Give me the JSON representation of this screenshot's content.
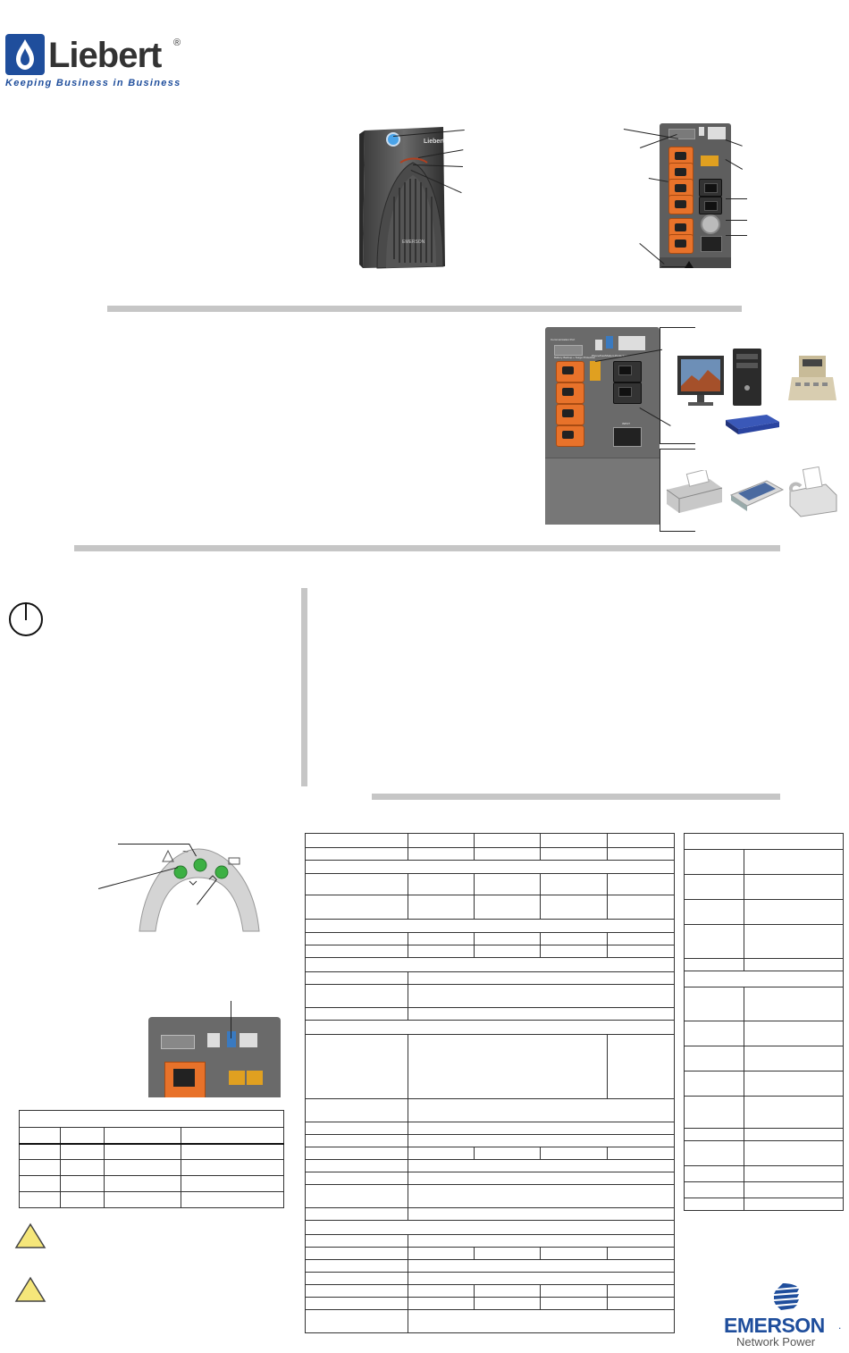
{
  "brand": {
    "name": "Liebert",
    "tagline": "Keeping Business in Business",
    "registered": "®"
  },
  "tower": {
    "brand_label": "Liebert",
    "badge": "EMERSON"
  },
  "rear_panel": {
    "labels": [
      "Communication Port",
      "Battery Backup + Surge Protection",
      "Phone/Fax/Modem Protection",
      "INPUT"
    ]
  },
  "led_panel": {
    "sine_symbol": "~"
  },
  "footer": {
    "emerson": "EMERSON",
    "tm": ".",
    "network_power": "Network Power"
  },
  "colors": {
    "accent_gray": "#c6c6c6",
    "outlet_orange": "#e8722a",
    "led_green": "#3cb043",
    "warning_yellow": "#f5e67a",
    "liebert_blue": "#1f4e9c"
  },
  "icons": [
    "power-icon",
    "warning-icon",
    "battery-icon"
  ]
}
